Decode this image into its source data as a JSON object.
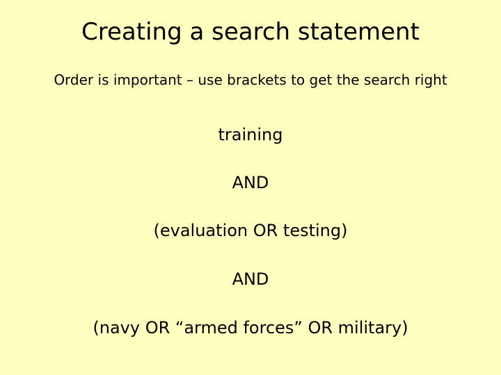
{
  "slide": {
    "title": "Creating a search statement",
    "subtitle": "Order is important – use brackets to get the search right",
    "query_lines": [
      "training",
      "AND",
      "(evaluation OR testing)",
      "AND",
      "(navy OR “armed forces” OR military)"
    ]
  },
  "colors": {
    "background": "#FFFFC0",
    "text": "#000000"
  }
}
